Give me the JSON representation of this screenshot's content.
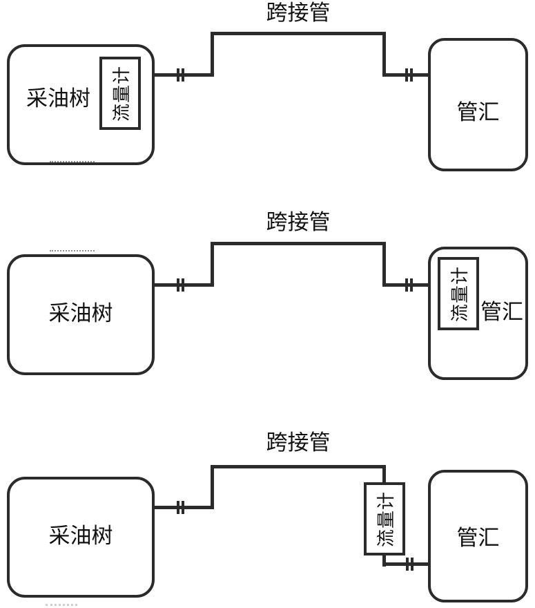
{
  "figure": {
    "type": "schematic-diagram",
    "colors": {
      "background": "#ffffff",
      "line": "#2b2b2b",
      "text": "#111111"
    },
    "configurations": [
      {
        "index": 1,
        "flowmeter_position": "inside-christmas-tree",
        "labels": {
          "jumper": "跨接管",
          "tree": "采油树",
          "flowmeter": "流量计",
          "manifold": "管汇"
        }
      },
      {
        "index": 2,
        "flowmeter_position": "inside-manifold",
        "labels": {
          "jumper": "跨接管",
          "tree": "采油树",
          "flowmeter": "流量计",
          "manifold": "管汇"
        }
      },
      {
        "index": 3,
        "flowmeter_position": "on-jumper-pipe",
        "labels": {
          "jumper": "跨接管",
          "tree": "采油树",
          "flowmeter": "流量计",
          "manifold": "管汇"
        }
      }
    ]
  }
}
